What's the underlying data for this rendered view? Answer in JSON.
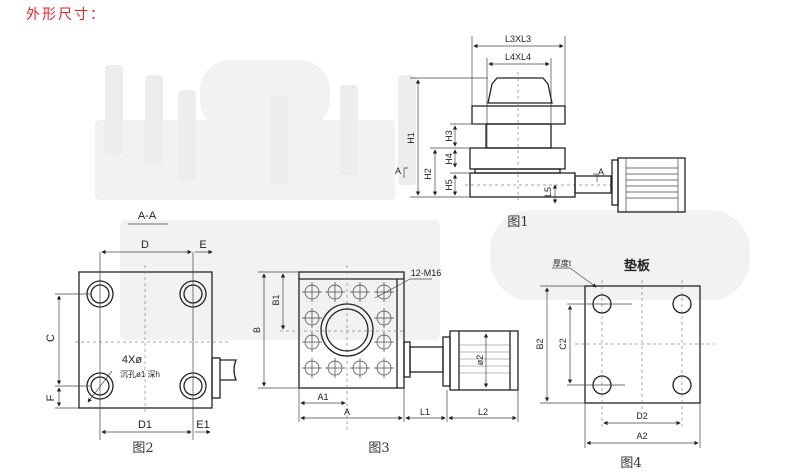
{
  "title": "外形尺寸：",
  "figure1": {
    "caption": "图1",
    "dims": {
      "L3": "L3XL3",
      "L4": "L4XL4",
      "H1": "H1",
      "H2": "H2",
      "H3": "H3",
      "H4": "H4",
      "H5": "H5",
      "L5": "L5",
      "section_left": "A",
      "section_right": "A"
    }
  },
  "figure2": {
    "caption": "图2",
    "section": "A-A",
    "dims": {
      "D": "D",
      "E": "E",
      "C": "C",
      "F": "F",
      "D1": "D1",
      "E1": "E1"
    },
    "hole_note": "4Xø",
    "counterbore_note": "沉孔ø1 深h"
  },
  "figure3": {
    "caption": "图3",
    "thread_note": "12-M16",
    "dims": {
      "B": "B",
      "B1": "B1",
      "A1": "A1",
      "A": "A",
      "L1": "L1",
      "L2": "L2",
      "phi2": "ø2"
    }
  },
  "figure4": {
    "caption": "图4",
    "heading": "垫板",
    "thickness_note": "厚度t",
    "dims": {
      "B2": "B2",
      "C2": "C2",
      "D2": "D2",
      "A2": "A2"
    }
  },
  "colors": {
    "title": "#e8202a",
    "line": "#222222"
  }
}
